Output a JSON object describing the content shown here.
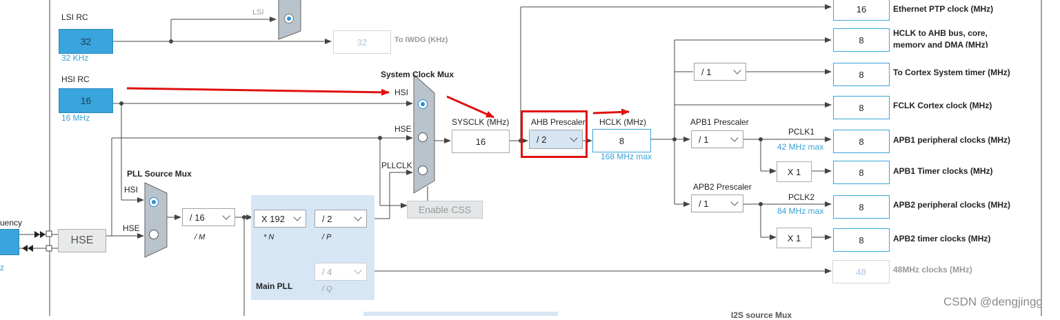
{
  "sources": {
    "lsi_rc": {
      "title": "LSI RC",
      "value": "32",
      "freq": "32 KHz"
    },
    "hsi_rc": {
      "title": "HSI RC",
      "value": "16",
      "freq": "16 MHz"
    },
    "hse": {
      "label": "HSE"
    },
    "input_frequency_partial": "uency",
    "input_freq_unit_partial": "z"
  },
  "lsi_mux": {
    "label": "LSI"
  },
  "iwdg": {
    "value": "32",
    "label": "To IWDG (KHz)"
  },
  "system_clock_mux": {
    "title": "System Clock Mux",
    "hsi": "HSI",
    "hse": "HSE",
    "pllclk": "PLLCLK",
    "selected": "HSI"
  },
  "sysclk": {
    "label": "SYSCLK (MHz)",
    "value": "16"
  },
  "ahb_prescaler": {
    "label": "AHB Prescaler",
    "value": "/ 2"
  },
  "hclk": {
    "label": "HCLK (MHz)",
    "value": "8",
    "max": "168 MHz max"
  },
  "enable_css": "Enable CSS",
  "pll_source_mux": {
    "title": "PLL Source Mux",
    "hsi": "HSI",
    "hse": "HSE",
    "selected": "HSI"
  },
  "pll": {
    "m": {
      "value": "/ 16",
      "label": "/ M"
    },
    "n": {
      "value": "X 192",
      "label": "* N"
    },
    "p": {
      "value": "/ 2",
      "label": "/ P"
    },
    "q": {
      "value": "/ 4",
      "label": "/ Q"
    },
    "title": "Main PLL"
  },
  "cortex_timer_div": "/ 1",
  "apb1": {
    "label": "APB1 Prescaler",
    "value": "/ 1",
    "pclk": "PCLK1",
    "max": "42 MHz max",
    "timer_mult": "X 1"
  },
  "apb2": {
    "label": "APB2 Prescaler",
    "value": "/ 1",
    "pclk": "PCLK2",
    "max": "84 MHz max",
    "timer_mult": "X 1"
  },
  "outputs": [
    {
      "value": "16",
      "label": "Ethernet PTP clock (MHz)"
    },
    {
      "value": "8",
      "label": "HCLK to AHB bus, core,",
      "label2": "memory and DMA (MHz)"
    },
    {
      "value": "8",
      "label": "To Cortex System timer (MHz)"
    },
    {
      "value": "8",
      "label": "FCLK Cortex clock (MHz)"
    },
    {
      "value": "8",
      "label": "APB1 peripheral clocks (MHz)"
    },
    {
      "value": "8",
      "label": "APB1 Timer clocks (MHz)"
    },
    {
      "value": "8",
      "label": "APB2 peripheral clocks (MHz)"
    },
    {
      "value": "8",
      "label": "APB2 timer clocks (MHz)"
    },
    {
      "value": "48",
      "label": "48MHz clocks (MHz)"
    }
  ],
  "i2s_partial": "I2S source Mux",
  "watermark": "CSDN @dengjingg",
  "colors": {
    "accent": "#3aa4dc",
    "annotation": "#e01010",
    "pll_bg": "#d6e6f4"
  }
}
